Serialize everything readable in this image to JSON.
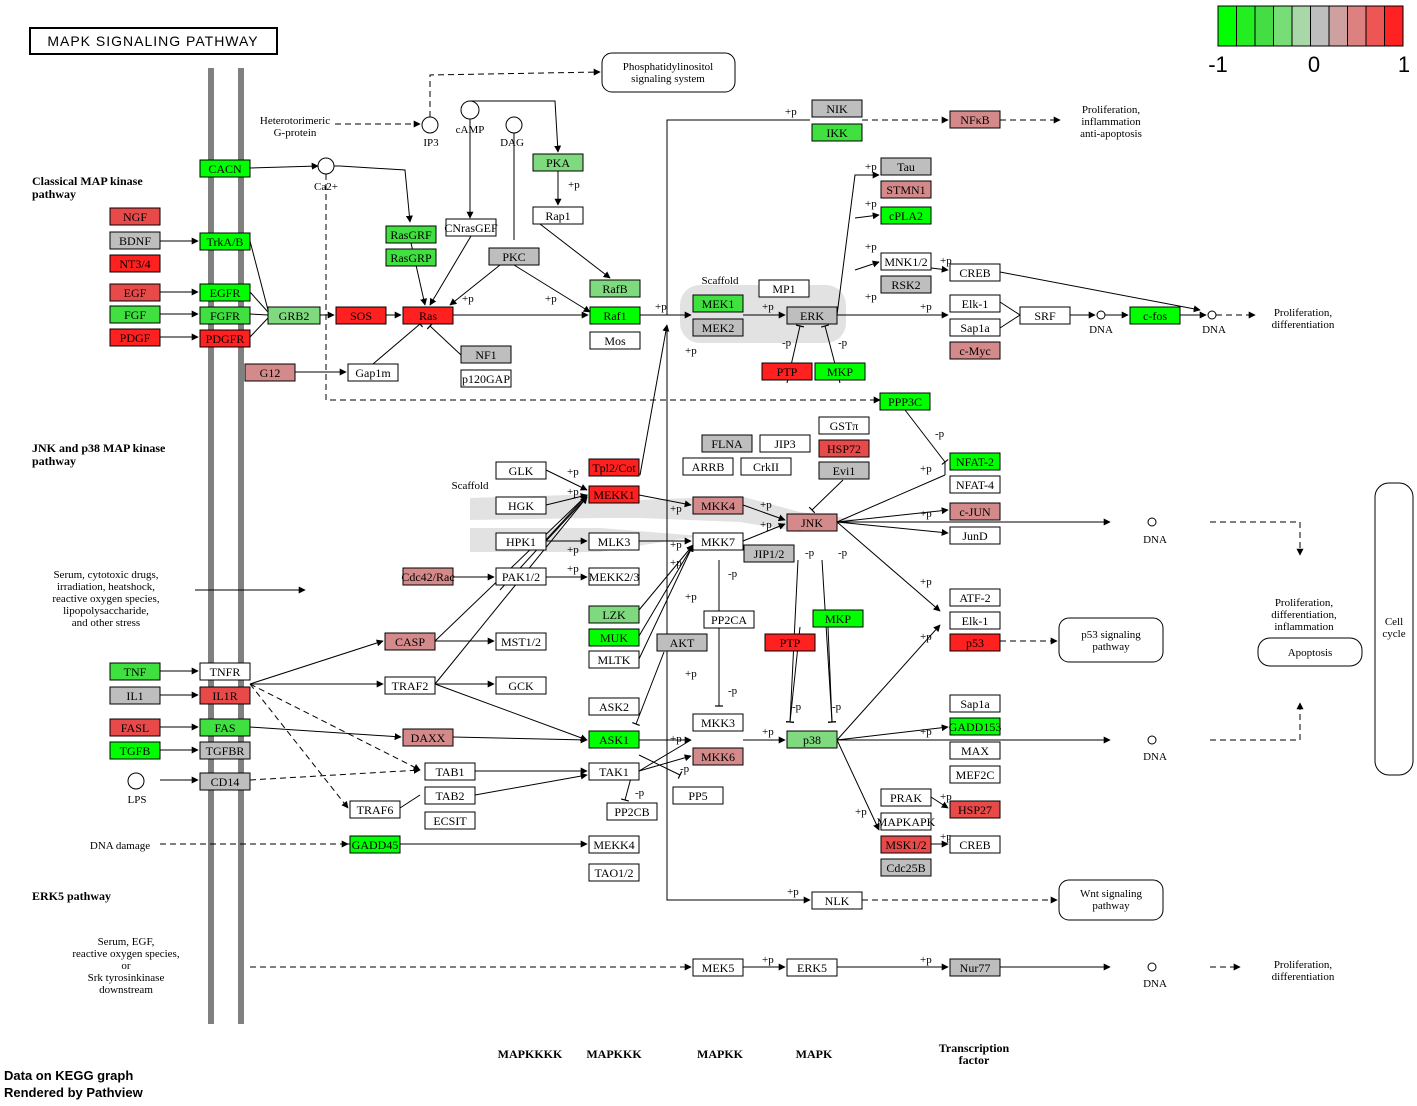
{
  "title": "MAPK SIGNALING PATHWAY",
  "legend": {
    "ticks": [
      "-1",
      "0",
      "1"
    ],
    "colors": [
      "#00ff00",
      "#22ee22",
      "#44dd44",
      "#77dd77",
      "#a8d8a8",
      "#bebebe",
      "#cfa0a0",
      "#dd8080",
      "#ee5555",
      "#ff2222"
    ]
  },
  "palette": {
    "green": "#00ff00",
    "lightgreen": "#7fd97f",
    "midgreen": "#3fe03f",
    "red": "#ff2020",
    "pink": "#d48a8a",
    "midred": "#e84a4a",
    "grey": "#bebebe",
    "white": "#ffffff"
  },
  "sections": {
    "classical": "Classical MAP kinase pathway",
    "jnk": "JNK and p38 MAP kinase pathway",
    "erk5": "ERK5 pathway"
  },
  "columns": {
    "mapkkkk": "MAPKKKK",
    "mapkkk": "MAPKKK",
    "mapkk": "MAPKK",
    "mapk": "MAPK",
    "tf": "Transcription factor"
  },
  "footer": {
    "line1": "Data on KEGG graph",
    "line2": "Rendered by Pathview"
  },
  "free_labels": {
    "hetero": "Heterotorimeric G-protein",
    "ip3": "IP3",
    "camp": "cAMP",
    "dag": "DAG",
    "ca": "Ca2+",
    "scaffold1": "Scaffold",
    "scaffold2": "Scaffold",
    "lps": "LPS",
    "dna_damage": "DNA damage",
    "serum1": "Serum, cytotoxic drugs, irradiation, heatshock, reactive oxygen species, lipopolysaccharide, and other stress",
    "serum2": "Serum, EGF, reactive oxygen species, or Srk tyrosinkinase downstream",
    "dna": "DNA",
    "pi_system": "Phosphatidylinositol signaling system",
    "prolif_inflam": "Proliferation, inflammation anti-apoptosis",
    "prolif_diff": "Proliferation, differentiation",
    "prolif_diff_inflam": "Proliferation, differentiation, inflammation",
    "apoptosis": "Apoptosis",
    "cell_cycle": "Cell cycle",
    "p53_pathway": "p53 signaling pathway",
    "wnt_pathway": "Wnt signaling pathway",
    "plus_p": "+p",
    "minus_p": "-p"
  },
  "genes": [
    {
      "id": "CACN",
      "label": "CACN",
      "color": "green"
    },
    {
      "id": "NGF",
      "label": "NGF",
      "color": "midred"
    },
    {
      "id": "BDNF",
      "label": "BDNF",
      "color": "grey"
    },
    {
      "id": "NT34",
      "label": "NT3/4",
      "color": "red"
    },
    {
      "id": "TrkAB",
      "label": "TrkA/B",
      "color": "green"
    },
    {
      "id": "EGF",
      "label": "EGF",
      "color": "midred"
    },
    {
      "id": "FGF",
      "label": "FGF",
      "color": "midgreen"
    },
    {
      "id": "PDGF",
      "label": "PDGF",
      "color": "red"
    },
    {
      "id": "EGFR",
      "label": "EGFR",
      "color": "green"
    },
    {
      "id": "FGFR",
      "label": "FGFR",
      "color": "midgreen"
    },
    {
      "id": "PDGFR",
      "label": "PDGFR",
      "color": "red"
    },
    {
      "id": "GRB2",
      "label": "GRB2",
      "color": "lightgreen"
    },
    {
      "id": "SOS",
      "label": "SOS",
      "color": "red"
    },
    {
      "id": "Ras",
      "label": "Ras",
      "color": "red"
    },
    {
      "id": "RasGRF",
      "label": "RasGRF",
      "color": "midgreen"
    },
    {
      "id": "RasGRP",
      "label": "RasGRP",
      "color": "midgreen"
    },
    {
      "id": "CNrasGEF",
      "label": "CNrasGEF",
      "color": "white"
    },
    {
      "id": "PKC",
      "label": "PKC",
      "color": "grey"
    },
    {
      "id": "PKA",
      "label": "PKA",
      "color": "lightgreen"
    },
    {
      "id": "Rap1",
      "label": "Rap1",
      "color": "white"
    },
    {
      "id": "RafB",
      "label": "RafB",
      "color": "lightgreen"
    },
    {
      "id": "Raf1",
      "label": "Raf1",
      "color": "green"
    },
    {
      "id": "Mos",
      "label": "Mos",
      "color": "white"
    },
    {
      "id": "NF1",
      "label": "NF1",
      "color": "grey"
    },
    {
      "id": "p120GAP",
      "label": "p120GAP",
      "color": "white"
    },
    {
      "id": "G12",
      "label": "G12",
      "color": "pink"
    },
    {
      "id": "Gap1m",
      "label": "Gap1m",
      "color": "white"
    },
    {
      "id": "MEK1",
      "label": "MEK1",
      "color": "midgreen"
    },
    {
      "id": "MEK2",
      "label": "MEK2",
      "color": "grey"
    },
    {
      "id": "MP1",
      "label": "MP1",
      "color": "white"
    },
    {
      "id": "ERK",
      "label": "ERK",
      "color": "grey"
    },
    {
      "id": "PTP1",
      "label": "PTP",
      "color": "red"
    },
    {
      "id": "MKP1",
      "label": "MKP",
      "color": "green"
    },
    {
      "id": "NIK",
      "label": "NIK",
      "color": "grey"
    },
    {
      "id": "IKK",
      "label": "IKK",
      "color": "midgreen"
    },
    {
      "id": "NFkB",
      "label": "NFκB",
      "color": "pink"
    },
    {
      "id": "Tau",
      "label": "Tau",
      "color": "grey"
    },
    {
      "id": "STMN1",
      "label": "STMN1",
      "color": "pink"
    },
    {
      "id": "cPLA2",
      "label": "cPLA2",
      "color": "green"
    },
    {
      "id": "MNK12",
      "label": "MNK1/2",
      "color": "white"
    },
    {
      "id": "RSK2",
      "label": "RSK2",
      "color": "grey"
    },
    {
      "id": "CREB1",
      "label": "CREB",
      "color": "white"
    },
    {
      "id": "Elk1a",
      "label": "Elk-1",
      "color": "white"
    },
    {
      "id": "Sap1a",
      "label": "Sap1a",
      "color": "white"
    },
    {
      "id": "SRF",
      "label": "SRF",
      "color": "white"
    },
    {
      "id": "cfos",
      "label": "c-fos",
      "color": "green"
    },
    {
      "id": "cMyc",
      "label": "c-Myc",
      "color": "pink"
    },
    {
      "id": "PPP3C",
      "label": "PPP3C",
      "color": "green"
    },
    {
      "id": "GSTpi",
      "label": "GSTπ",
      "color": "white"
    },
    {
      "id": "HSP72",
      "label": "HSP72",
      "color": "midred"
    },
    {
      "id": "Evi1",
      "label": "Evi1",
      "color": "grey"
    },
    {
      "id": "FLNA",
      "label": "FLNA",
      "color": "grey"
    },
    {
      "id": "JIP3",
      "label": "JIP3",
      "color": "white"
    },
    {
      "id": "ARRB",
      "label": "ARRB",
      "color": "white"
    },
    {
      "id": "CrkII",
      "label": "CrkII",
      "color": "white"
    },
    {
      "id": "GLK",
      "label": "GLK",
      "color": "white"
    },
    {
      "id": "HGK",
      "label": "HGK",
      "color": "white"
    },
    {
      "id": "Tpl2Cot",
      "label": "Tpl2/Cot",
      "color": "red"
    },
    {
      "id": "MEKK1",
      "label": "MEKK1",
      "color": "red"
    },
    {
      "id": "MKK4",
      "label": "MKK4",
      "color": "pink"
    },
    {
      "id": "JNK",
      "label": "JNK",
      "color": "pink"
    },
    {
      "id": "HPK1",
      "label": "HPK1",
      "color": "white"
    },
    {
      "id": "MLK3",
      "label": "MLK3",
      "color": "white"
    },
    {
      "id": "MKK7",
      "label": "MKK7",
      "color": "white"
    },
    {
      "id": "JIP12",
      "label": "JIP1/2",
      "color": "grey"
    },
    {
      "id": "NFAT2",
      "label": "NFAT-2",
      "color": "green"
    },
    {
      "id": "NFAT4",
      "label": "NFAT-4",
      "color": "white"
    },
    {
      "id": "cJUN",
      "label": "c-JUN",
      "color": "pink"
    },
    {
      "id": "JunD",
      "label": "JunD",
      "color": "white"
    },
    {
      "id": "Cdc42Rac",
      "label": "Cdc42/Rac",
      "color": "pink"
    },
    {
      "id": "PAK12",
      "label": "PAK1/2",
      "color": "white"
    },
    {
      "id": "MEKK23",
      "label": "MEKK2/3",
      "color": "white"
    },
    {
      "id": "LZK",
      "label": "LZK",
      "color": "lightgreen"
    },
    {
      "id": "MUK",
      "label": "MUK",
      "color": "green"
    },
    {
      "id": "MLTK",
      "label": "MLTK",
      "color": "white"
    },
    {
      "id": "AKT",
      "label": "AKT",
      "color": "grey"
    },
    {
      "id": "PP2CA",
      "label": "PP2CA",
      "color": "white"
    },
    {
      "id": "PTP2",
      "label": "PTP",
      "color": "red"
    },
    {
      "id": "MKP2",
      "label": "MKP",
      "color": "green"
    },
    {
      "id": "ATF2",
      "label": "ATF-2",
      "color": "white"
    },
    {
      "id": "Elk1b",
      "label": "Elk-1",
      "color": "white"
    },
    {
      "id": "p53",
      "label": "p53",
      "color": "red"
    },
    {
      "id": "TNF",
      "label": "TNF",
      "color": "midgreen"
    },
    {
      "id": "TNFR",
      "label": "TNFR",
      "color": "white"
    },
    {
      "id": "IL1",
      "label": "IL1",
      "color": "grey"
    },
    {
      "id": "IL1R",
      "label": "IL1R",
      "color": "midred"
    },
    {
      "id": "CASP",
      "label": "CASP",
      "color": "pink"
    },
    {
      "id": "MST12",
      "label": "MST1/2",
      "color": "white"
    },
    {
      "id": "TRAF2",
      "label": "TRAF2",
      "color": "white"
    },
    {
      "id": "GCK",
      "label": "GCK",
      "color": "white"
    },
    {
      "id": "FASL",
      "label": "FASL",
      "color": "midred"
    },
    {
      "id": "FAS",
      "label": "FAS",
      "color": "midgreen"
    },
    {
      "id": "TGFB",
      "label": "TGFB",
      "color": "green"
    },
    {
      "id": "TGFBR",
      "label": "TGFBR",
      "color": "grey"
    },
    {
      "id": "CD14",
      "label": "CD14",
      "color": "grey"
    },
    {
      "id": "DAXX",
      "label": "DAXX",
      "color": "pink"
    },
    {
      "id": "ASK2",
      "label": "ASK2",
      "color": "white"
    },
    {
      "id": "ASK1",
      "label": "ASK1",
      "color": "green"
    },
    {
      "id": "MKK3",
      "label": "MKK3",
      "color": "white"
    },
    {
      "id": "MKK6",
      "label": "MKK6",
      "color": "pink"
    },
    {
      "id": "p38",
      "label": "p38",
      "color": "lightgreen"
    },
    {
      "id": "Sap1b",
      "label": "Sap1a",
      "color": "white"
    },
    {
      "id": "GADD153",
      "label": "GADD153",
      "color": "green"
    },
    {
      "id": "MAX",
      "label": "MAX",
      "color": "white"
    },
    {
      "id": "MEF2C",
      "label": "MEF2C",
      "color": "white"
    },
    {
      "id": "TAB1",
      "label": "TAB1",
      "color": "white"
    },
    {
      "id": "TAK1",
      "label": "TAK1",
      "color": "white"
    },
    {
      "id": "TAB2",
      "label": "TAB2",
      "color": "white"
    },
    {
      "id": "TRAF6",
      "label": "TRAF6",
      "color": "white"
    },
    {
      "id": "ECSIT",
      "label": "ECSIT",
      "color": "white"
    },
    {
      "id": "PP2CB",
      "label": "PP2CB",
      "color": "white"
    },
    {
      "id": "PP5",
      "label": "PP5",
      "color": "white"
    },
    {
      "id": "PRAK",
      "label": "PRAK",
      "color": "white"
    },
    {
      "id": "MAPKAPK",
      "label": "MAPKAPK",
      "color": "white"
    },
    {
      "id": "HSP27",
      "label": "HSP27",
      "color": "midred"
    },
    {
      "id": "MSK12",
      "label": "MSK1/2",
      "color": "midred"
    },
    {
      "id": "CREB2",
      "label": "CREB",
      "color": "white"
    },
    {
      "id": "Cdc25B",
      "label": "Cdc25B",
      "color": "grey"
    },
    {
      "id": "GADD45",
      "label": "GADD45",
      "color": "green"
    },
    {
      "id": "MEKK4",
      "label": "MEKK4",
      "color": "white"
    },
    {
      "id": "TAO12",
      "label": "TAO1/2",
      "color": "white"
    },
    {
      "id": "NLK",
      "label": "NLK",
      "color": "white"
    },
    {
      "id": "MEK5",
      "label": "MEK5",
      "color": "white"
    },
    {
      "id": "ERK5",
      "label": "ERK5",
      "color": "white"
    },
    {
      "id": "Nur77",
      "label": "Nur77",
      "color": "grey"
    }
  ]
}
